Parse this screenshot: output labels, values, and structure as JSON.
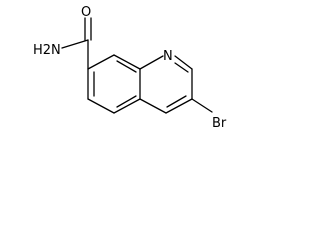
{
  "structure": {
    "atoms": {
      "oxygen": "O",
      "amide_nitrogen": "H2N",
      "ring_nitrogen": "N",
      "bromine": "Br"
    }
  },
  "colors": {
    "bond": "#000000",
    "label": "#000000",
    "background": "#ffffff"
  }
}
